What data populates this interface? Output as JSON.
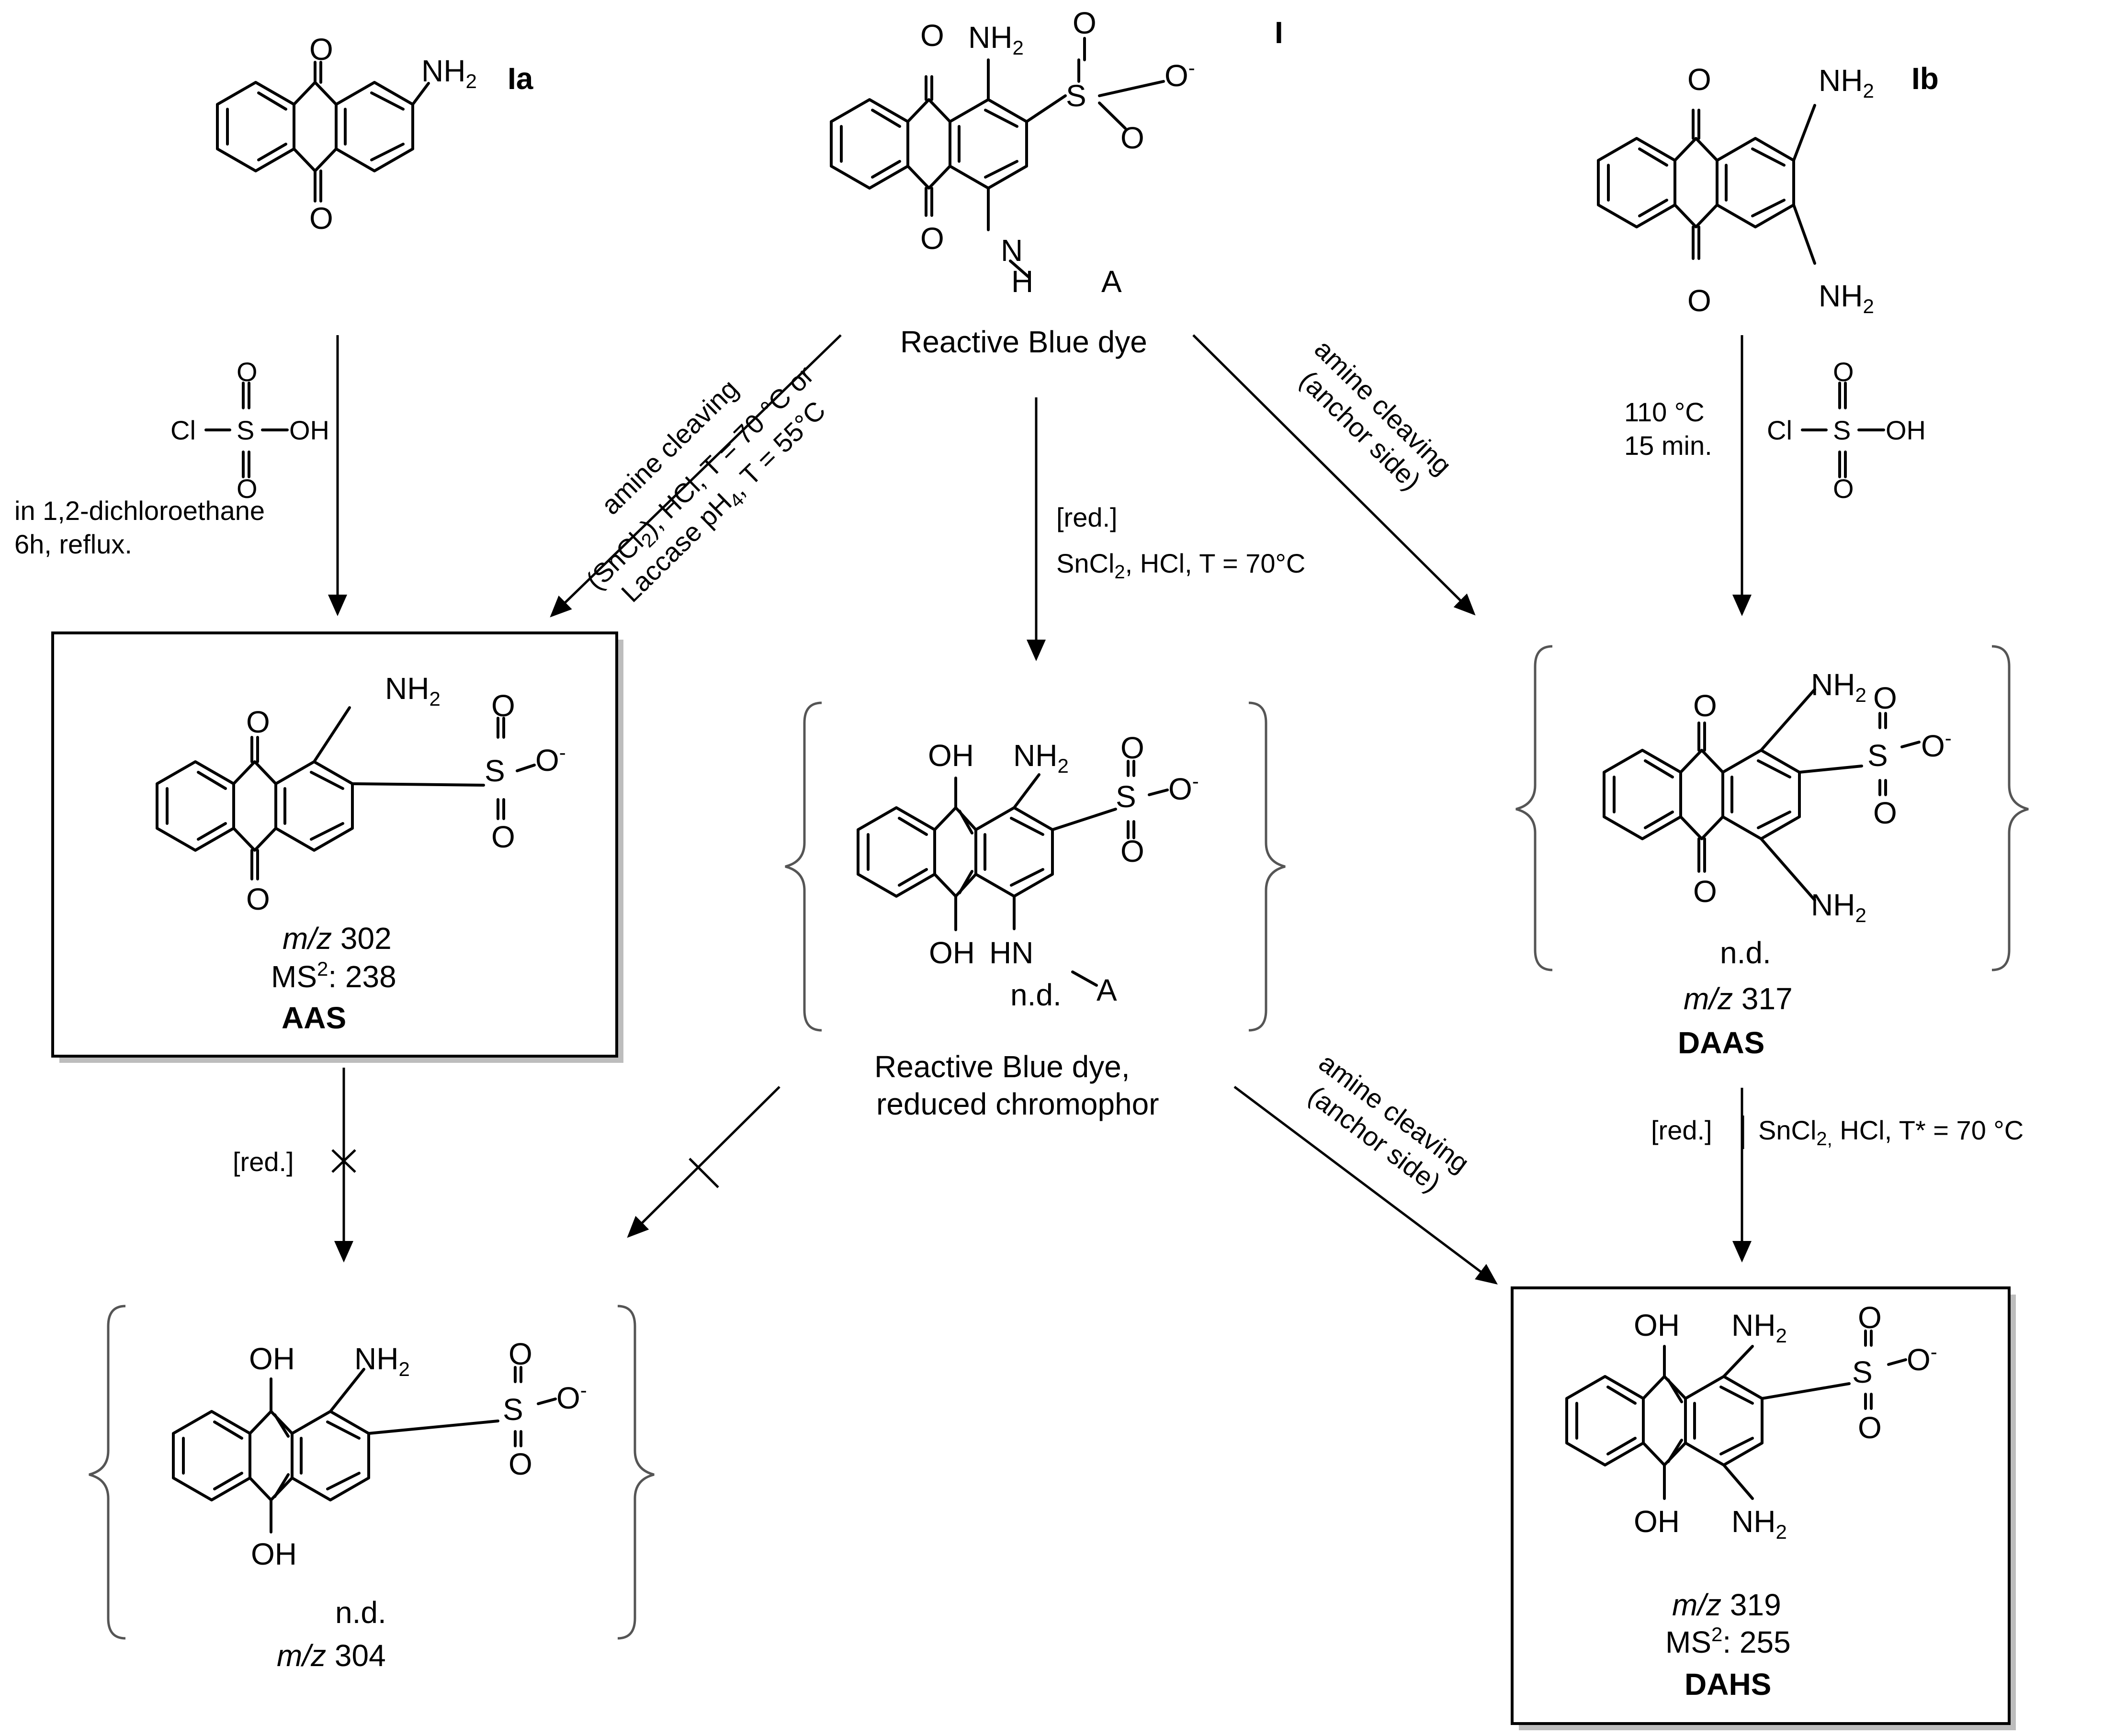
{
  "compounds": {
    "I": {
      "label": "I",
      "name": "Reactive Blue dye",
      "atoms": {
        "o_top": "O",
        "o_bottom": "O",
        "nh2": "NH",
        "nh2_sub": "2",
        "s": "S",
        "o_s1": "O",
        "o_s2": "O",
        "o_minus": "-",
        "n": "N",
        "h": "H",
        "a": "A"
      }
    },
    "Ia": {
      "label": "Ia",
      "atoms": {
        "o_top": "O",
        "o_bottom": "O",
        "nh2": "NH",
        "nh2_sub": "2"
      }
    },
    "Ib": {
      "label": "Ib",
      "atoms": {
        "o_top": "O",
        "o_bottom": "O",
        "nh2_top": "NH",
        "nh2_top_sub": "2",
        "nh2_bottom": "NH",
        "nh2_bottom_sub": "2"
      }
    },
    "AAS": {
      "abbr": "AAS",
      "mz_italic": "m/z",
      "mz_value": " 302",
      "ms2_prefix": "MS",
      "ms2_sup": "2",
      "ms2_value": ": 238",
      "atoms": {
        "o_top": "O",
        "o_bottom": "O",
        "nh2": "NH",
        "nh2_sub": "2",
        "s": "S",
        "o_s1": "O",
        "o_s2": "O",
        "o_minus": "-"
      }
    },
    "reduced_dye": {
      "nd": "n.d.",
      "name_line1": "Reactive Blue dye,",
      "name_line2": "reduced chromophor",
      "atoms": {
        "oh_top": "OH",
        "oh_bottom": "OH",
        "nh2": "NH",
        "nh2_sub": "2",
        "s": "S",
        "o_s1": "O",
        "o_s2": "O",
        "o_minus": "-",
        "hn": "HN",
        "a": "A"
      }
    },
    "DAAS": {
      "abbr": "DAAS",
      "nd": "n.d.",
      "mz_italic": "m/z",
      "mz_value": " 317",
      "atoms": {
        "o_top": "O",
        "o_bottom": "O",
        "nh2_top": "NH",
        "nh2_top_sub": "2",
        "nh2_bottom": "NH",
        "nh2_bottom_sub": "2",
        "s": "S",
        "o_s1": "O",
        "o_s2": "O",
        "o_minus": "-"
      }
    },
    "reduced_AAS": {
      "nd": "n.d.",
      "mz_italic": "m/z",
      "mz_value": " 304",
      "atoms": {
        "oh_top": "OH",
        "oh_bottom": "OH",
        "nh2": "NH",
        "nh2_sub": "2",
        "s": "S",
        "o_s1": "O",
        "o_s2": "O",
        "o_minus": "-"
      }
    },
    "DAHS": {
      "abbr": "DAHS",
      "mz_italic": "m/z",
      "mz_value": " 319",
      "ms2_prefix": "MS",
      "ms2_sup": "2",
      "ms2_value": ": 255",
      "atoms": {
        "oh_top": "OH",
        "oh_bottom": "OH",
        "nh2_top": "NH",
        "nh2_top_sub": "2",
        "nh2_bottom": "NH",
        "nh2_bottom_sub": "2",
        "s": "S",
        "o_s1": "O",
        "o_s2": "O",
        "o_minus": "-"
      }
    }
  },
  "reagents": {
    "chlorosulfonic": {
      "cl": "Cl",
      "s": "S",
      "oh": "OH",
      "o_top": "O",
      "o_bottom": "O"
    },
    "ia_to_aas": {
      "line1": "in 1,2-dichloroethane",
      "line2": "6h, reflux."
    },
    "ib_to_daas": {
      "line1": "110 °C",
      "line2": "15 min."
    },
    "i_to_aas": {
      "line1": "amine cleaving",
      "line2_pre": "(SnCl",
      "line2_sub": "2",
      "line2_post": "), HCl, T = 70 °C or",
      "line3_pre": "Laccase pH",
      "line3_sub": "4",
      "line3_post": ", T = 55°C"
    },
    "i_to_reduced": {
      "line1": "[red.]",
      "line2_pre": "SnCl",
      "line2_sub": "2",
      "line2_post": ", HCl, T = 70°C"
    },
    "i_to_daas": {
      "line1": "amine cleaving",
      "line2": "(anchor side)"
    },
    "reduced_to_dahs": {
      "line1": "amine cleaving",
      "line2": "(anchor side)"
    },
    "aas_to_reduced_aas": {
      "line1": "[red.]",
      "blocked_mark": "×"
    },
    "daas_to_dahs": {
      "line1": "[red.]",
      "line2_pre": "SnCl",
      "line2_sub": "2,",
      "line2_post": " HCl, T* = 70 °C"
    }
  }
}
